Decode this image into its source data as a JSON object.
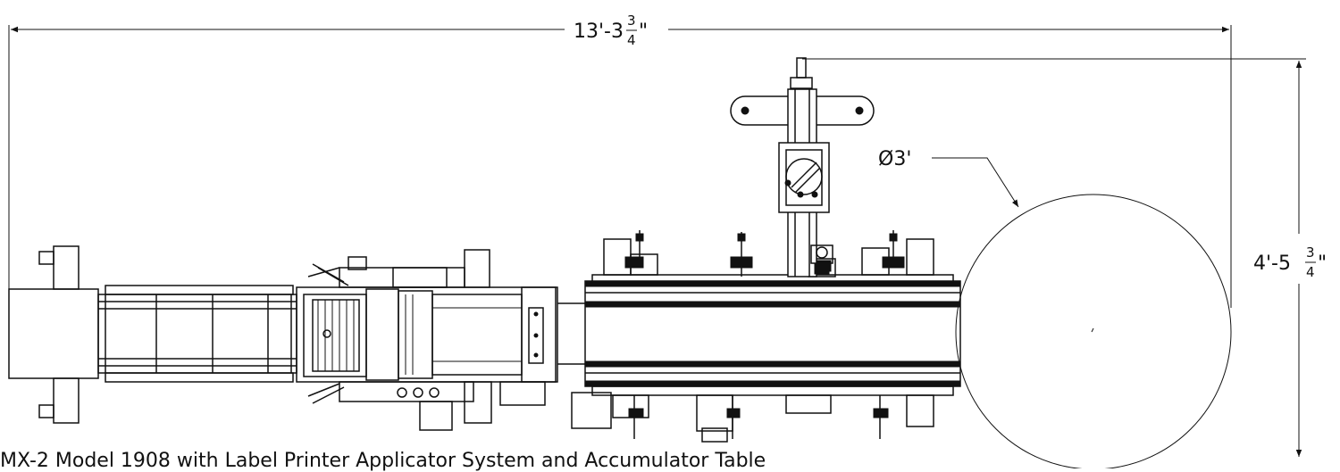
{
  "dimensions": {
    "overall_length": {
      "whole": "13'-3",
      "numerator": "3",
      "denominator": "4",
      "unit": "\""
    },
    "overall_width": {
      "whole": "4'-5",
      "numerator": "3",
      "denominator": "4",
      "unit": "\""
    },
    "table_diameter": "Ø3'"
  },
  "caption": "MX-2 Model 1908 with Label Printer Applicator System and Accumulator Table"
}
